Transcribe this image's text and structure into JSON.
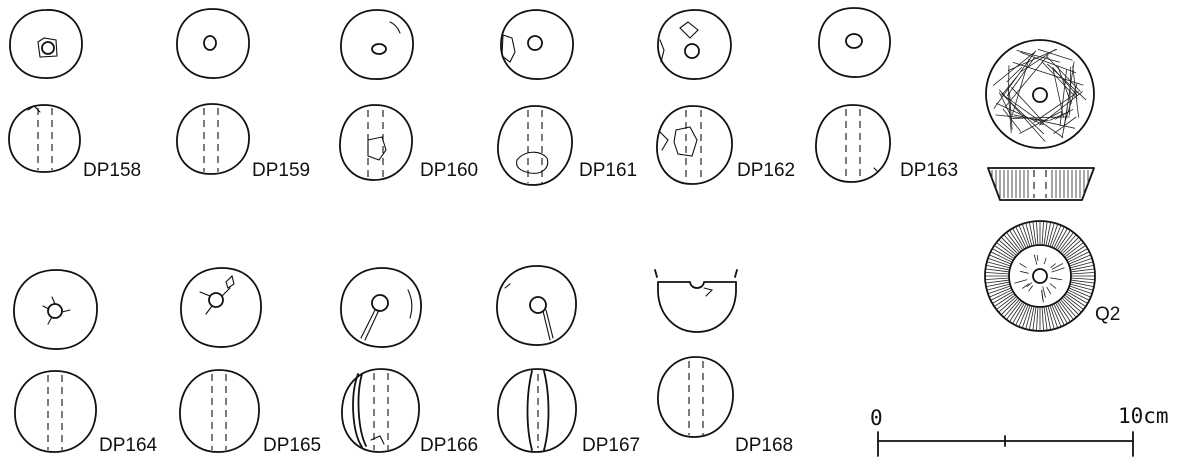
{
  "specimens": {
    "dp158": "DP158",
    "dp159": "DP159",
    "dp160": "DP160",
    "dp161": "DP161",
    "dp162": "DP162",
    "dp163": "DP163",
    "dp164": "DP164",
    "dp165": "DP165",
    "dp166": "DP166",
    "dp167": "DP167",
    "dp168": "DP168",
    "q2": "Q2"
  },
  "scale": {
    "start_label": "0",
    "end_label": "10cm"
  }
}
